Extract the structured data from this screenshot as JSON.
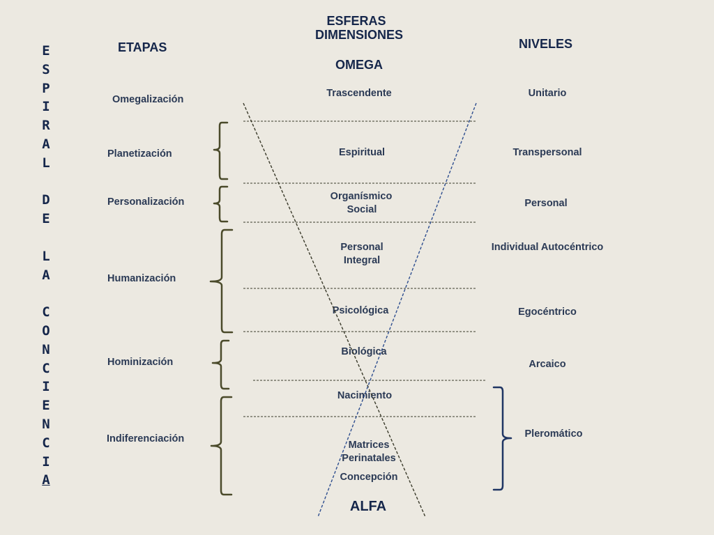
{
  "header": {
    "esferas": "ESFERAS",
    "dimensiones": "DIMENSIONES",
    "omega": "OMEGA",
    "etapas": "ETAPAS",
    "niveles": "NIVELES",
    "alfa": "ALFA"
  },
  "vertical_title": [
    "E",
    "S",
    "P",
    "I",
    "R",
    "A",
    "L",
    "",
    "D",
    "E",
    "",
    "L",
    "A",
    "",
    "C",
    "O",
    "N",
    "C",
    "I",
    "E",
    "N",
    "C",
    "I",
    "A"
  ],
  "etapas": [
    "Omegalización",
    "Planetización",
    "Personalización",
    "Humanización",
    "Hominización",
    "Indiferenciación"
  ],
  "dimensiones": [
    "Trascendente",
    "Espiritual",
    "Organísmico",
    "Social",
    "Personal",
    "Integral",
    "Psicológica",
    "Biológica",
    "Nacimiento",
    "Matrices",
    "Perinatales",
    "Concepción"
  ],
  "niveles": [
    "Unitario",
    "Transpersonal",
    "Personal",
    "Individual Autocéntrico",
    "Egocéntrico",
    "Arcaico",
    "Pleromático"
  ],
  "colors": {
    "background": "#ece9e1",
    "text": "#2b3a55",
    "brace": "#4a4a2a",
    "brace_right": "#1f3563",
    "line_dark": "#3a3a2a",
    "line_blue": "#2e4e8f"
  }
}
